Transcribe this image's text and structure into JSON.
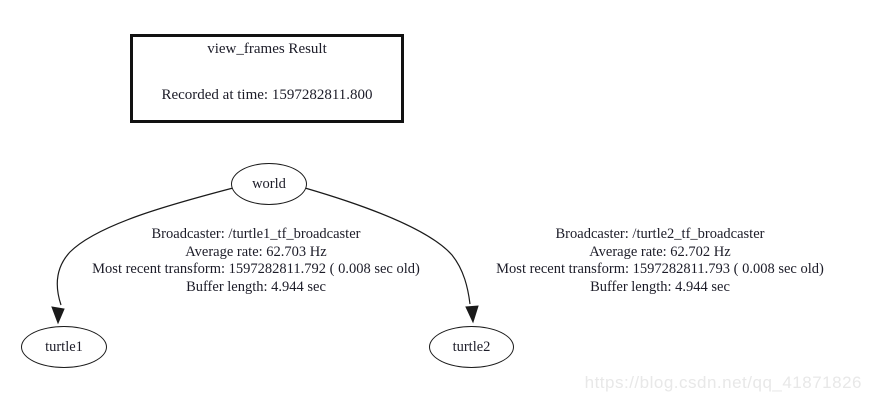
{
  "title_box": {
    "title": "view_frames Result",
    "recorded": "Recorded at time: 1597282811.800"
  },
  "nodes": {
    "world": "world",
    "turtle1": "turtle1",
    "turtle2": "turtle2"
  },
  "edges": [
    {
      "from": "world",
      "to": "turtle1",
      "lines": [
        "Broadcaster: /turtle1_tf_broadcaster",
        "Average rate: 62.703 Hz",
        "Most recent transform: 1597282811.792 ( 0.008 sec old)",
        "Buffer length: 4.944 sec"
      ]
    },
    {
      "from": "world",
      "to": "turtle2",
      "lines": [
        "Broadcaster: /turtle2_tf_broadcaster",
        "Average rate: 62.702 Hz",
        "Most recent transform: 1597282811.793 ( 0.008 sec old)",
        "Buffer length: 4.944 sec"
      ]
    }
  ],
  "watermark": "https://blog.csdn.net/qq_41871826",
  "colors": {
    "ink": "#1c1c28",
    "stroke": "#1a1a1a",
    "watermark": "#e8e8e8",
    "background": "#ffffff"
  }
}
